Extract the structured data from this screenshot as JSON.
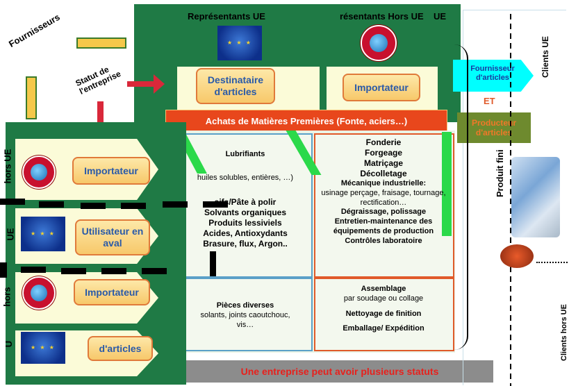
{
  "labels": {
    "fournisseurs": "Fournisseurs",
    "statut": "Statut de l'entreprise",
    "rep_ue": "Représentants UE",
    "rep_hors_ue": "résentants Hors UE",
    "ue_fragment": "UE",
    "hors_ue_left": "hors UE",
    "ue_left": "UE",
    "hors_left2": "hors",
    "u_left": "U",
    "achats": "Achats de Matières Premières (Fonte, aciers…)",
    "fournisseur_articles": "Fournisseur d'articles",
    "et": "ET",
    "producteur": "Producteur d'articles",
    "produit_fini": "Produit fini",
    "clients_ue": "Clients UE",
    "clients_hors_ue": "Clients hors UE",
    "bottom_banner": "Une entreprise peut avoir plusieurs statuts"
  },
  "pills": {
    "destinataire": "Destinataire d'articles",
    "importateur_top": "Importateur",
    "importateur_left": "Importateur",
    "utilisateur": "Utilisateur en aval",
    "importateur_left2": "Importateur",
    "articles_fragment": "d'articles"
  },
  "left_box": {
    "title": "Lubrifiants",
    "line1": "huiles solubles, entières, …)",
    "line2": "sifs/Pâte à polir",
    "line3": "Solvants organiques",
    "line4": "Produits lessiviels",
    "line5": "Acides, Antioxydants",
    "line6": "Brasure, flux, Argon.."
  },
  "left_box2": {
    "title": "Pièces diverses",
    "line1": "solants, joints caoutchouc,",
    "line2": "vis…"
  },
  "right_box": {
    "l1": "Fonderie",
    "l2": "Forgeage",
    "l3": "Matriçage",
    "l4": "Décolletage",
    "l5": "Mécanique industrielle:",
    "l6": "usinage perçage, fraisage, tournage, rectification…",
    "l7": "Dégraissage, polissage",
    "l8": "Entretien-maintenance des équipements de production",
    "l9": "Contrôles laboratoire"
  },
  "right_box2": {
    "l1": "Assemblage",
    "l2": "par soudage ou collage",
    "l3": "Nettoyage de finition",
    "l4": "Emballage/ Expédition"
  },
  "icons": [
    "eu-flag-icon",
    "globe-icon",
    "industrial-products-icon",
    "valve-icon"
  ],
  "colors": {
    "green": "#1f7a45",
    "cream": "#fbfbd8",
    "red_banner": "#e8471c",
    "cyan_arrow": "#00ffff",
    "producteur_bg": "#6e8a2e",
    "bottom_banner_bg": "#8c8c8c"
  }
}
